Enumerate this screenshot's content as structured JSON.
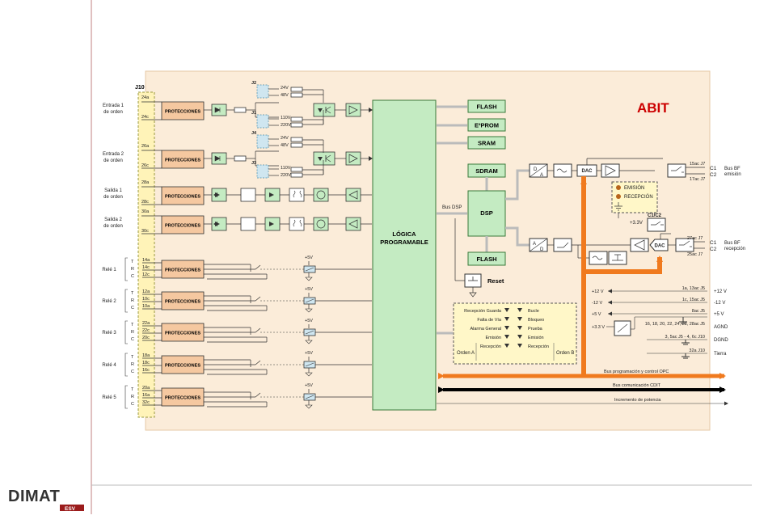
{
  "title": "ABIT",
  "logo": {
    "text": "DIMAT",
    "sub": "ESV"
  },
  "connector": "J10",
  "inputs": [
    {
      "label": "Entrada 1",
      "label2": "de orden",
      "pin_top": "24a",
      "pin_bot": "24c"
    },
    {
      "label": "Entrada 2",
      "label2": "de orden",
      "pin_top": "26a",
      "pin_bot": "26c"
    }
  ],
  "outputs": [
    {
      "label": "Salida 1",
      "label2": "de orden",
      "pin_top": "28a",
      "pin_bot": "28c"
    },
    {
      "label": "Salida 2",
      "label2": "de orden",
      "pin_top": "30a",
      "pin_bot": "30c"
    }
  ],
  "relays": [
    {
      "label": "Relé 1",
      "pins": [
        "14a",
        "14c",
        "12c"
      ]
    },
    {
      "label": "Relé 2",
      "pins": [
        "12a",
        "10c",
        "10a"
      ]
    },
    {
      "label": "Relé 3",
      "pins": [
        "22a",
        "22c",
        "20c"
      ]
    },
    {
      "label": "Relé 4",
      "pins": [
        "18a",
        "18c",
        "16c"
      ]
    },
    {
      "label": "Relé 5",
      "pins": [
        "20a",
        "16a",
        "32c"
      ]
    }
  ],
  "trc": [
    "T",
    "R",
    "C"
  ],
  "protecciones": "PROTECCIONES",
  "jumpers": [
    {
      "name": "J2",
      "v1": "24V",
      "v2": "48V"
    },
    {
      "name": "J1",
      "v1": "110V",
      "v2": "220V"
    },
    {
      "name": "J4",
      "v1": "24V",
      "v2": "48V"
    },
    {
      "name": "J3",
      "v1": "110V",
      "v2": "220V"
    }
  ],
  "plus5v": "+5V",
  "logic": {
    "line1": "LÓGICA",
    "line2": "PROGRAMABLE"
  },
  "memories": [
    "FLASH",
    "E²PROM",
    "SRAM"
  ],
  "dsp": {
    "sdram": "SDRAM",
    "dsp": "DSP",
    "flash": "FLASH",
    "bus": "Bus DSP"
  },
  "reset": "Reset",
  "dac": "DAC",
  "indicators": {
    "emision": "EMISIÓN",
    "recepcion": "RECEPCIÓN",
    "c1c2": "C1/C2",
    "plus33": "+3.3V"
  },
  "bus_bf": {
    "tx": {
      "c1": "C1",
      "c2": "C2",
      "pin1": "15ac J7",
      "pin2": "17ac J7",
      "label": "Bus BF",
      "label2": "emisión"
    },
    "rx": {
      "c1": "C1",
      "c2": "C2",
      "pin1": "27ac J7",
      "pin2": "25ac J7",
      "label": "Bus BF",
      "label2": "recepción"
    }
  },
  "leds": {
    "left": [
      "Recepción Guarda",
      "Falta de Vía",
      "Alarma General",
      "Emisión",
      "Recepción"
    ],
    "right": [
      "Bucle",
      "Bloqueo",
      "Prueba",
      "Emisión",
      "Recepción"
    ],
    "orden_a": "Orden A",
    "orden_b": "Orden B"
  },
  "power": [
    {
      "left": "+12 V",
      "pins": "1a, 13ac J5",
      "right": "+12 V"
    },
    {
      "left": "-12 V",
      "pins": "1c, 15ac J5",
      "right": "-12 V"
    },
    {
      "left": "+5 V",
      "pins": "8ac J5",
      "right": "+5 V"
    },
    {
      "left": "+3.3 V",
      "pins": "16, 18, 20, 22, 24, 28, 28ac J5",
      "right": "AGND"
    },
    {
      "left": "",
      "pins": "3, 5ac J5 - 4, 6c J10",
      "right": "DGND"
    },
    {
      "left": "",
      "pins": "32a J10",
      "right": "Tierra"
    }
  ],
  "buses": {
    "prog": "Bus programación y control OPC",
    "cdit": "Bus comunicación CDIT",
    "inc": "Incremento de potencia"
  },
  "colors": {
    "board": "#fbecd9",
    "prot": "#f5c8a0",
    "green": "#c4ebc2",
    "jumper": "#cfe6f0",
    "yellow": "#fff7c8",
    "bus": "#f07a1e",
    "title": "#cc0000"
  }
}
